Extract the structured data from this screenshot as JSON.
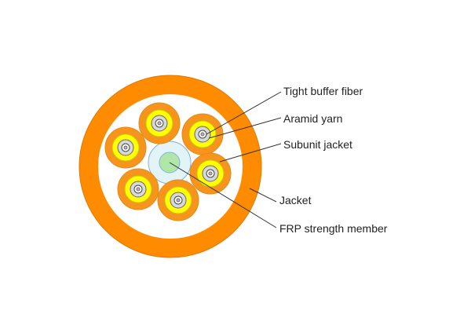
{
  "labels": {
    "tight_buffer_fiber": "Tight buffer fiber",
    "aramid_yarn": "Aramid yarn",
    "subunit_jacket": "Subunit jacket",
    "jacket": "Jacket",
    "frp_strength_member": "FRP strength member"
  },
  "colors": {
    "jacket": "#FF8C00",
    "jacket_edge": "#E07800",
    "subunit": "#F7941D",
    "aramid": "#FFFF00",
    "buffer": "#D8D8D8",
    "core": "#FFFFFF",
    "frp_outer": "#E2F4F8",
    "frp_inner": "#B0E6A8",
    "frp_edge": "#7FB2D6",
    "leader": "#333333",
    "text": "#222222"
  }
}
